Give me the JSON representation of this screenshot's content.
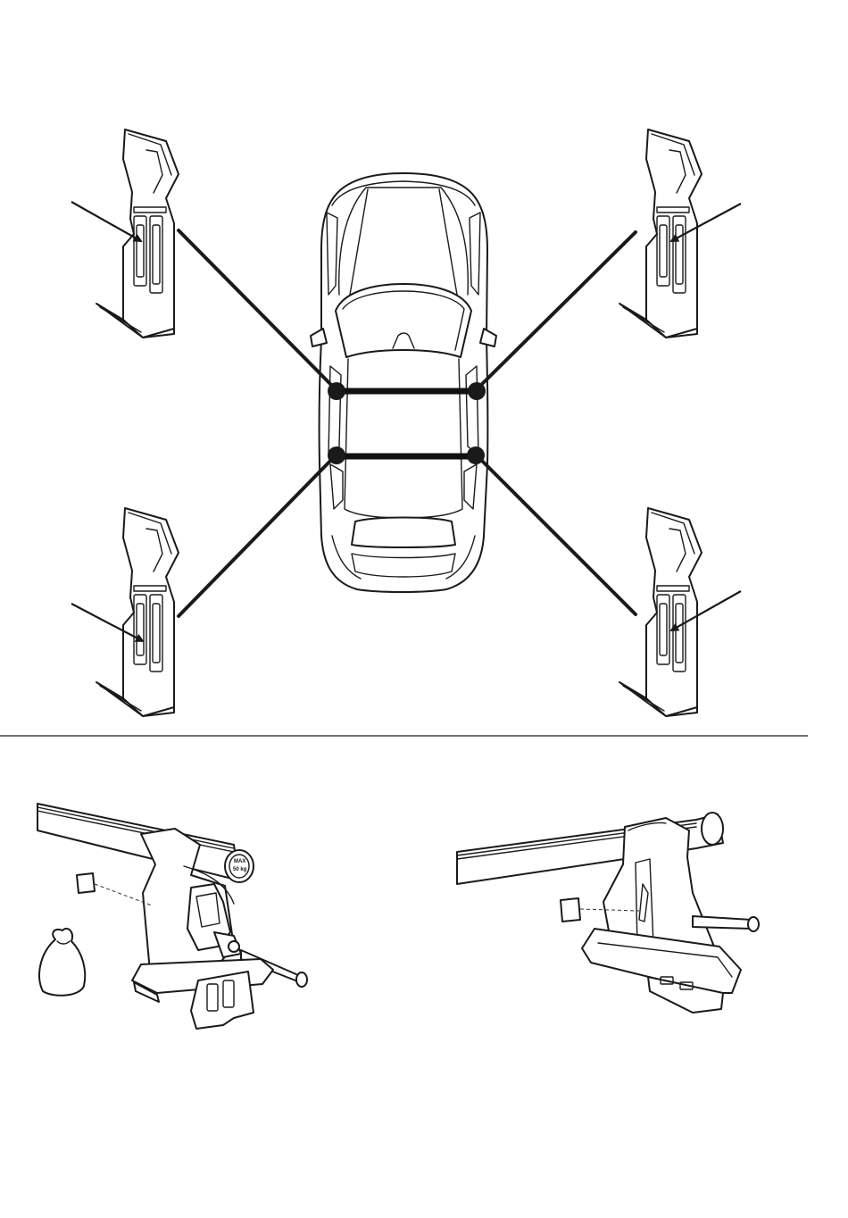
{
  "figure": {
    "colors": {
      "ink": "#1a1a1a",
      "background": "#ffffff"
    },
    "top_section": {
      "car_view": "top-view",
      "mounting_points": [
        "front-left",
        "front-right",
        "rear-left",
        "rear-right"
      ],
      "crossbars": 2
    },
    "bottom_section": {
      "load_label_line1": "MAX",
      "load_label_line2": "50 kg"
    }
  }
}
